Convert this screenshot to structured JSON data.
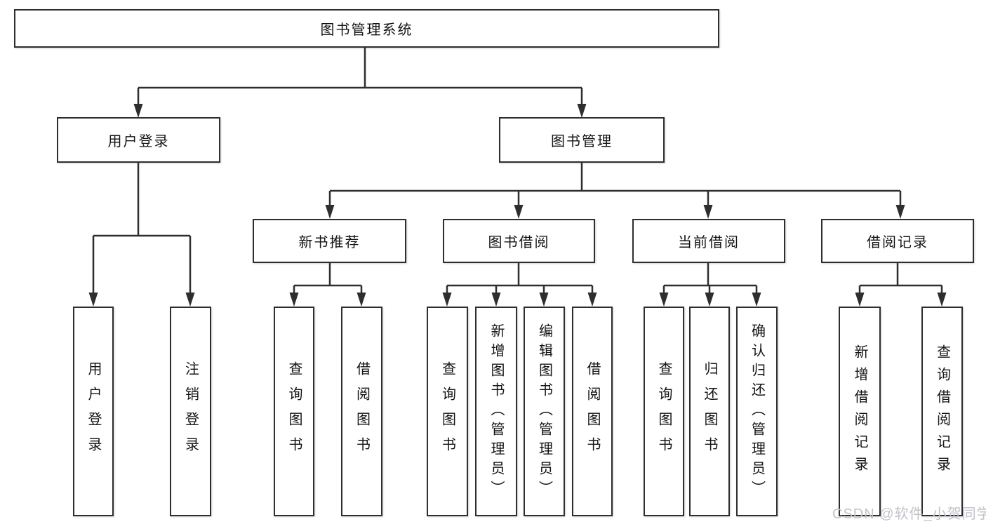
{
  "page": {
    "background": "#ffffff"
  },
  "colors": {
    "line": "#2e2e2e",
    "text": "#141414",
    "box_fill": "#ffffff",
    "watermark": "#c2c2ca"
  },
  "nodes": {
    "root": "图书管理系统",
    "l2": [
      "用户登录",
      "图书管理"
    ],
    "l3": [
      "新书推荐",
      "图书借阅",
      "当前借阅",
      "借阅记录"
    ],
    "leaves_user": [
      "用户登录",
      "注销登录"
    ],
    "leaves_recommend": [
      "查询图书",
      "借阅图书"
    ],
    "leaves_borrow": [
      "查询图书",
      "新增图书（管理员）",
      "编辑图书（管理员）",
      "借阅图书"
    ],
    "leaves_current": [
      "查询图书",
      "归还图书",
      "确认归还（管理员）"
    ],
    "leaves_records": [
      "新增借阅记录",
      "查询借阅记录"
    ]
  },
  "watermark": {
    "text": "CSDN @软件_小贺同学"
  }
}
